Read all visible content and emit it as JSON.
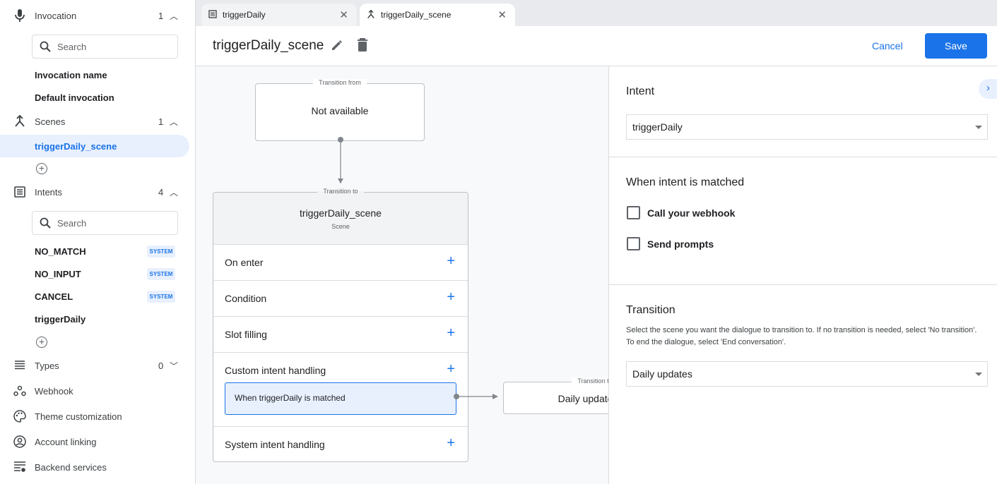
{
  "sidebar": {
    "invocation": {
      "label": "Invocation",
      "count": "1",
      "search_placeholder": "Search",
      "items": [
        "Invocation name",
        "Default invocation"
      ]
    },
    "scenes": {
      "label": "Scenes",
      "count": "1",
      "items": [
        "triggerDaily_scene"
      ]
    },
    "intents": {
      "label": "Intents",
      "count": "4",
      "search_placeholder": "Search",
      "items": [
        {
          "label": "NO_MATCH",
          "badge": "SYSTEM"
        },
        {
          "label": "NO_INPUT",
          "badge": "SYSTEM"
        },
        {
          "label": "CANCEL",
          "badge": "SYSTEM"
        },
        {
          "label": "triggerDaily",
          "badge": ""
        }
      ]
    },
    "types": {
      "label": "Types",
      "count": "0"
    },
    "webhook": "Webhook",
    "theme": "Theme customization",
    "account": "Account linking",
    "backend": "Backend services"
  },
  "tabs": [
    {
      "label": "triggerDaily",
      "icon": "intent-icon"
    },
    {
      "label": "triggerDaily_scene",
      "icon": "scene-icon",
      "active": true
    }
  ],
  "header": {
    "title": "triggerDaily_scene",
    "cancel": "Cancel",
    "save": "Save"
  },
  "canvas": {
    "from": {
      "legend": "Transition from",
      "text": "Not available"
    },
    "scene": {
      "legend": "Transition to",
      "title": "triggerDaily_scene",
      "subtitle": "Scene",
      "rows": [
        "On enter",
        "Condition",
        "Slot filling",
        "Custom intent handling",
        "System intent handling"
      ],
      "handler": "When triggerDaily is matched"
    },
    "target": {
      "legend": "Transition to",
      "text": "Daily updates"
    }
  },
  "panel": {
    "intent_heading": "Intent",
    "intent_value": "triggerDaily",
    "matched_heading": "When intent is matched",
    "webhook_label": "Call your webhook",
    "webhook_checked": false,
    "prompts_label": "Send prompts",
    "prompts_checked": false,
    "transition_heading": "Transition",
    "transition_desc": "Select the scene you want the dialogue to transition to. If no transition is needed, select 'No transition'. To end the dialogue, select 'End conversation'.",
    "transition_value": "Daily updates"
  },
  "colors": {
    "accent": "#1a73e8",
    "selected_bg": "#e8f0fe"
  }
}
